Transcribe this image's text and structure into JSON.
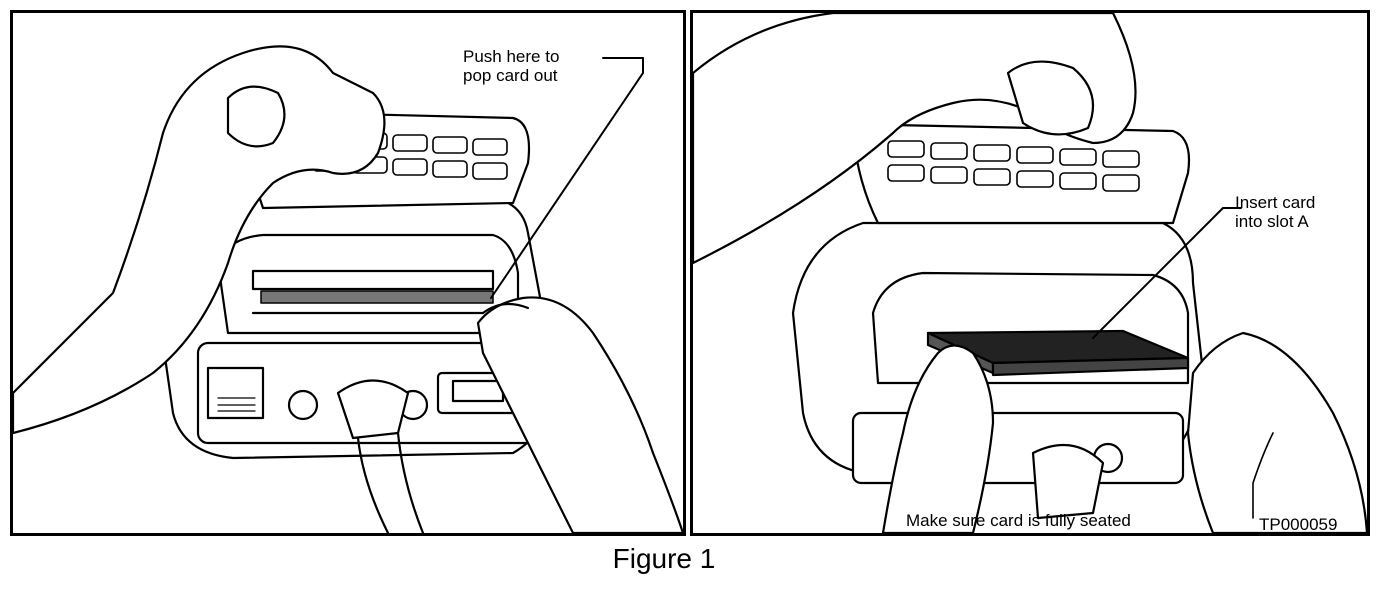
{
  "panels": {
    "left": {
      "callout": [
        "Push here to",
        "pop card out"
      ]
    },
    "right": {
      "callout_top": [
        "Insert card",
        "into slot A"
      ],
      "callout_bottom": "Make sure card is fully seated",
      "figure_id": "TP000059"
    }
  },
  "caption": "Figure 1"
}
